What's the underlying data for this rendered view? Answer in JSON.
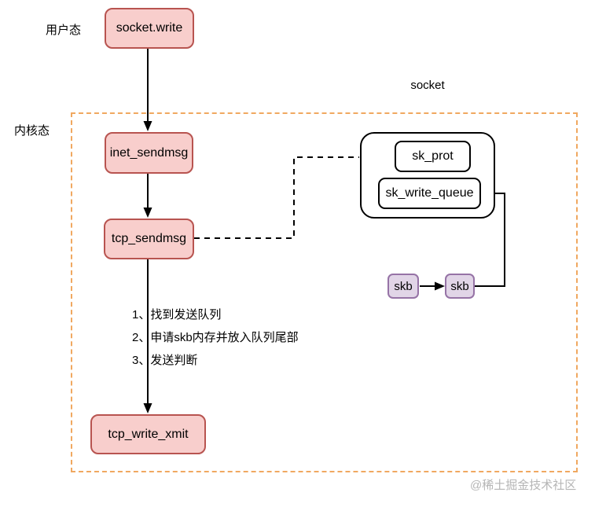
{
  "diagram": {
    "labels": {
      "user_mode": "用户态",
      "kernel_mode": "内核态",
      "socket_struct": "socket"
    },
    "nodes": {
      "socket_write": "socket.write",
      "inet_sendmsg": "inet_sendmsg",
      "tcp_sendmsg": "tcp_sendmsg",
      "tcp_write_xmit": "tcp_write_xmit",
      "sk_prot": "sk_prot",
      "sk_write_queue": "sk_write_queue",
      "skb_left": "skb",
      "skb_right": "skb"
    },
    "steps": [
      "1、找到发送队列",
      "2、申请skb内存并放入队列尾部",
      "3、发送判断"
    ],
    "watermark": "@稀土掘金技术社区",
    "colors": {
      "function_fill": "#f8cecc",
      "function_border": "#b85450",
      "skb_fill": "#e1d5e7",
      "skb_border": "#9673a6",
      "kernel_boundary": "#f0a860",
      "connector": "#000000",
      "watermark_text": "#b5b5b5"
    }
  }
}
